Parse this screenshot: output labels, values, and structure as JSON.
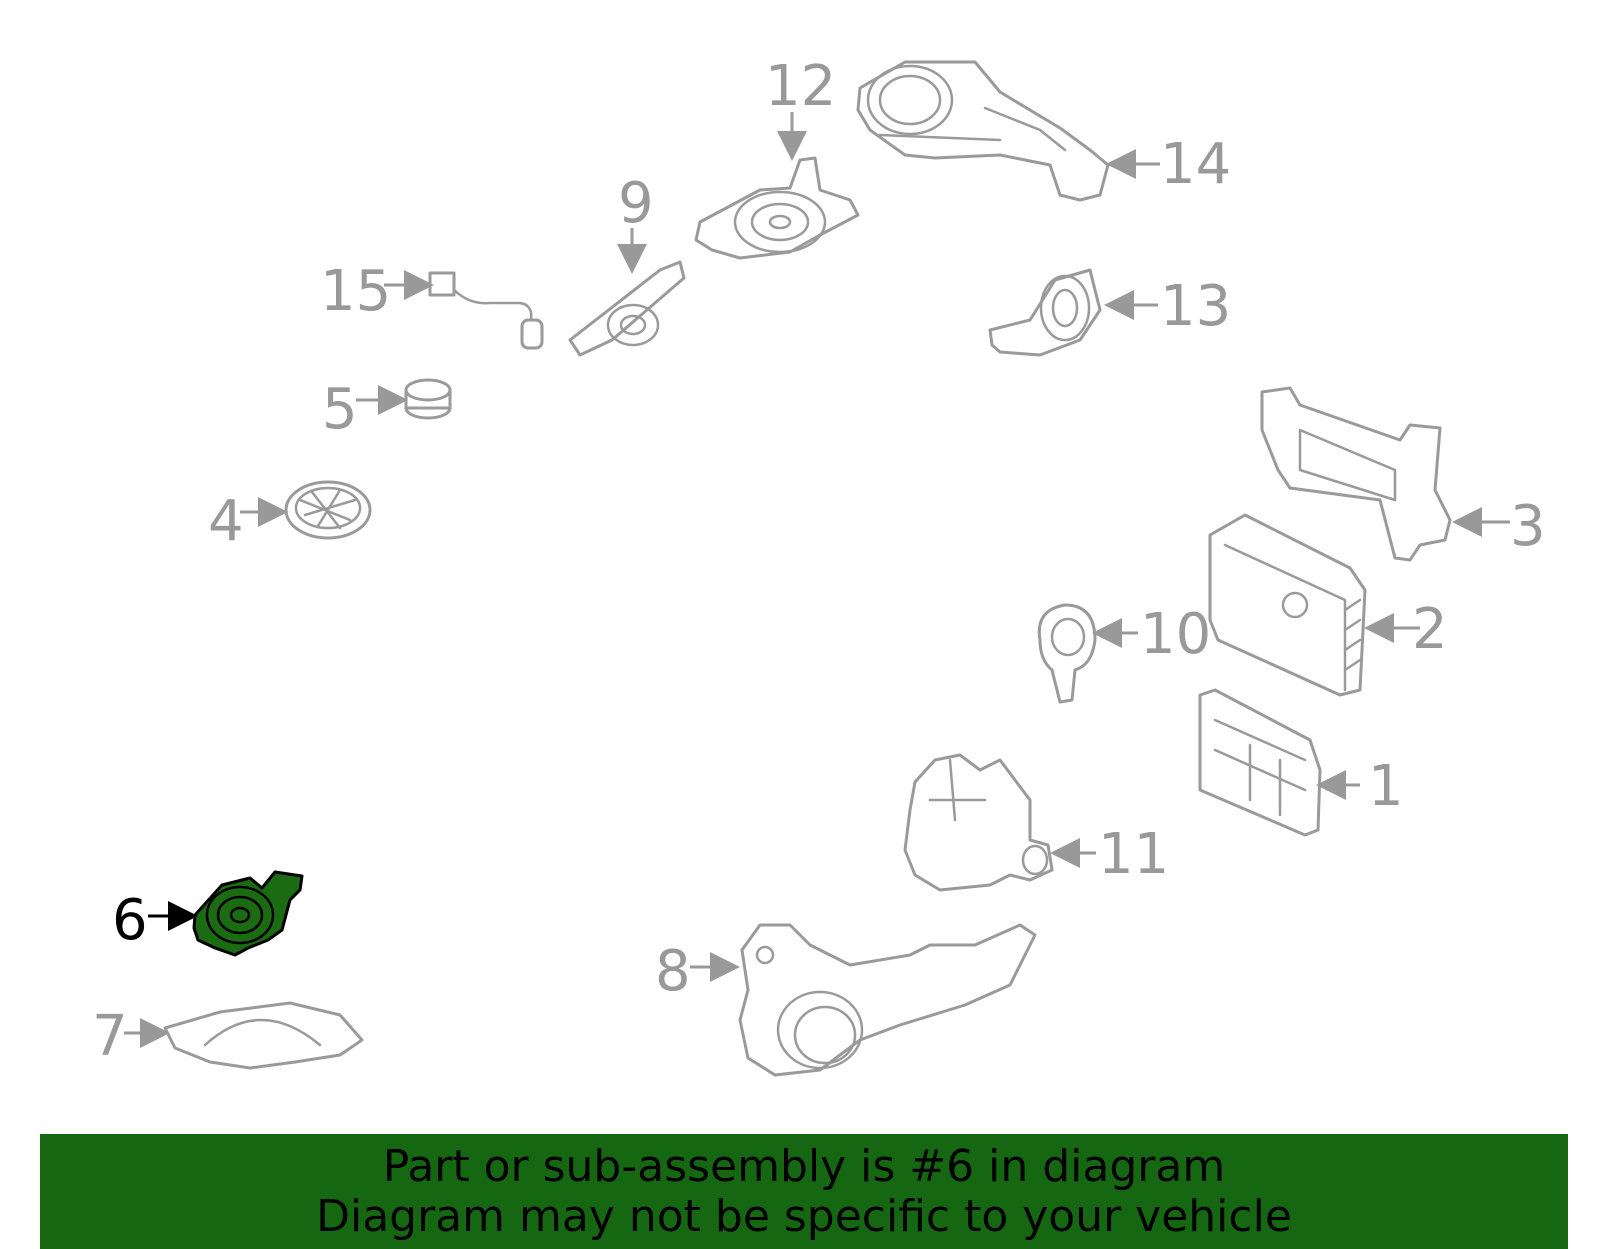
{
  "diagram": {
    "callouts": [
      "1",
      "2",
      "3",
      "4",
      "5",
      "6",
      "7",
      "8",
      "9",
      "10",
      "11",
      "12",
      "13",
      "14",
      "15"
    ],
    "highlighted_part": "6",
    "highlight_color": "#1a6b12"
  },
  "banner": {
    "line1": "Part or sub-assembly is #6 in diagram",
    "line2": "Diagram may not be specific to your vehicle",
    "background": "#156811"
  }
}
